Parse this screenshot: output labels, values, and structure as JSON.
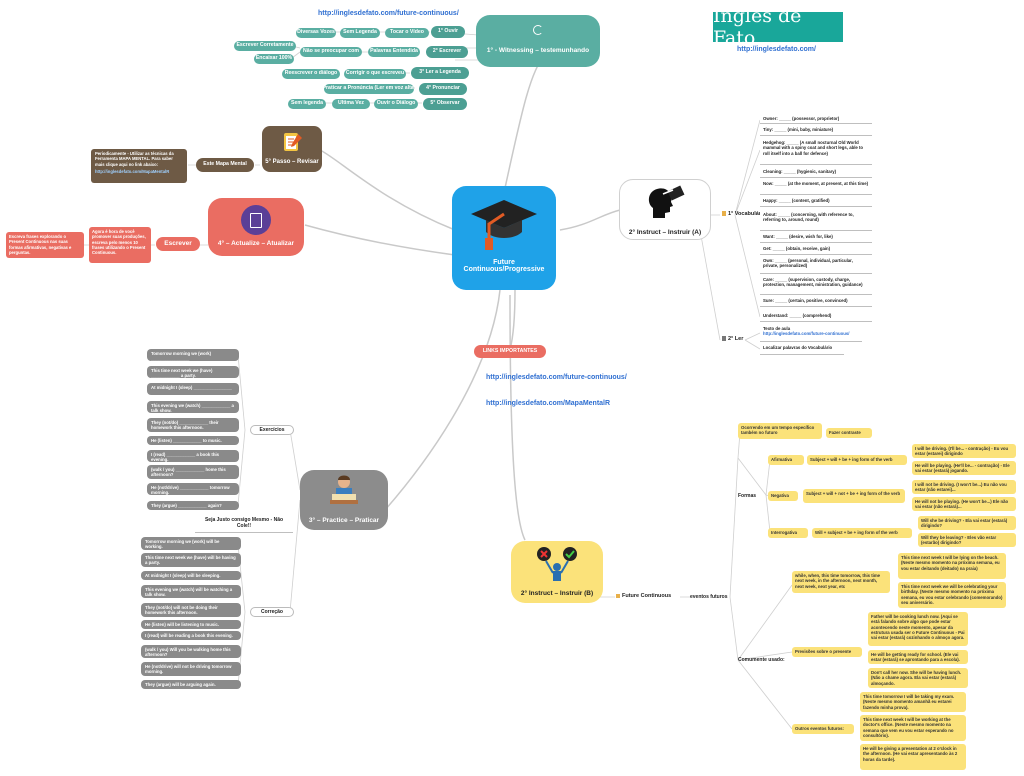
{
  "brand": {
    "title": "Ingles de Fato",
    "url": "http://inglesdefato.com/"
  },
  "central": {
    "title": "Future Continuous/Progressive"
  },
  "witnessing": {
    "title": "1° - Witnessing – testemunhando",
    "url": "http://inglesdefato.com/future-continuous/",
    "ouvir": {
      "label": "1° Ouvir",
      "items": [
        "Diversas Vozes",
        "Sem Legenda",
        "Tocar o Vídeo"
      ]
    },
    "escrever": {
      "label": "2° Escrever",
      "items": [
        "Escrever Corretamente",
        "Encaixar 100%",
        "Não se preocupar com",
        "Palavras Entendida"
      ]
    },
    "ler": {
      "label": "3° Ler a Legenda",
      "items": [
        "Reescrever o diálogo",
        "Corrigir o que escreveu"
      ]
    },
    "pronunciar": {
      "label": "4° Pronunciar",
      "items": [
        "Praticar a Pronúncia (Ler em voz alta)"
      ]
    },
    "observar": {
      "label": "5° Observar",
      "items": [
        "Sem legenda",
        "Ultima Vez",
        "Ouvir o Diálogo"
      ]
    }
  },
  "revisar": {
    "title": "5° Passo – Revisar",
    "mapa": "Este Mapa Mental",
    "note": "Periodicamente - Utilizar as técnicas da Ferramenta MAPA MENTAL. Para saber mais clique aqui no link abaixo:",
    "note_link": "http://inglesdefato.com/MapaMentalR"
  },
  "actualize": {
    "title": "4° – Actualize – Atualizar",
    "escrever": "Escrever",
    "note1": "Agora é hora de você promover suas produções, escreva pelo menos 10 frases utilizando o Present Continuous.",
    "note2": "Escreva frases explorando o Present Continuous nas suas formas afirmativas, negativas e perguntas."
  },
  "instruct_a": {
    "title": "2° Instruct – Instruir (A)",
    "vocab_label": "1° Vocabulário",
    "vocab": [
      "Owner: _____ (possessor, proprietor)",
      "Tiny: _____ (mini, baby, miniature)",
      "Hedgehog: _____ (A small nocturnal Old World mammal with a spiny coat and short legs, able to roll itself into a ball for defence)",
      "Cleaning: _____ (hygienic, sanitary)",
      "Now: _____ (at the moment, at present, at this time)",
      "Happy: _____ (content, gratified)",
      "About: _____ (concerning, with reference to, referring to, around, round)",
      "Want: _____ (desire, wish for, like)",
      "Get: _____ (obtain, receive, gain)",
      "Own: _____ (personal, individual, particular, private, personalized)",
      "Care: _____ (supervision, custody, charge, protection, management, ministration, guidance)",
      "Sure: _____ (certain, positive, convinced)",
      "Understand: _____ (comprehend)"
    ],
    "ler_label": "2° Ler",
    "texto_label": "Texto de aula",
    "texto_link": "http://inglesdefato.com/future-continuous/",
    "localizar": "Localizar palavras do Vocabulário"
  },
  "links": {
    "label": "LINKS IMPORTANTES",
    "link1": "http://inglesdefato.com/future-continuous/",
    "link2": "http://inglesdefato.com/MapaMentalR"
  },
  "practice": {
    "title": "3° – Practice – Praticar",
    "exercicios": "Exercícios",
    "correcao": "Correção",
    "seja_justo": "Seja Justo consigo Mesmo - Não Cole!!",
    "exercises": [
      "Tomorrow morning we (work) ________________",
      "This time next week we (have) ____________ a party.",
      "At midnight I (sleep) ________________",
      "This evening we (watch) ____________ a talk show.",
      "They (not/do) ____________ their homework this afternoon.",
      "He (listen) ____________ to music.",
      "I (read) ____________ a book this evening.",
      "(walk / you) ____________ home this afternoon?",
      "He (not/drive) ____________ tomorrow morning.",
      "They (argue) ____________ again?"
    ],
    "answers": [
      "Tomorrow morning we (work) will be working.",
      "This time next week we (have) will be having a party.",
      "At midnight I (sleep) will be sleeping.",
      "This evening we (watch) will be watching a talk show.",
      "They (not/do) will not be doing their homework this afternoon.",
      "He (listen) will be listening to music.",
      "I (read) will be reading a book this evening.",
      "(walk / you) Will you be walking home this afternoon?",
      "He (not/drive) will not be driving tomorrow morning.",
      "They (argue) will be arguing again."
    ]
  },
  "instruct_b": {
    "title": "2° Instruct – Instruir (B)",
    "fc_label": "Future Continuous",
    "eventos": "eventos futuros",
    "ocorrendo": "Ocorrendo em um tempo específico também no futuro",
    "fazer_contraste": "Fazer contraste",
    "formas": "Formas",
    "afirmativa": "Afirmativa",
    "afirm_formula": "Subject + will + be + ing form of the verb",
    "afirm_ex": [
      "I will be driving. (I'll be... - contração) - Eu vou estar (estarei) dirigindo",
      "He will be playing. (He'll be... - contração) - Ele vai estar (estará) jogando."
    ],
    "negativa": "Negativa",
    "neg_formula": "Subject + will + not + be + ing form of the verb",
    "neg_ex": [
      "I will not be driving. (I won't be...) Eu não vou estar (não estarei)...",
      "He will not be playing. (He won't be...) Ele não vai estar (não estará)..."
    ],
    "interrogativa": "Interrogativa",
    "int_formula": "Will + subject + be + ing form of the verb",
    "int_ex": [
      "Will she be driving? - Ela vai estar (estará) dirigindo?",
      "Will they be leaving? - Eles vão estar (estarão) dirigindo?"
    ],
    "comumente": "Comumente usado:",
    "while_label": "while, when, this time tomorrow, this time next week, in the afternoon, next month, next week, next year, etc",
    "while_ex": [
      "This time next week I will be lying on the beach. (Neste mesmo momento na próxima semana, eu vou estar deitando (deitado) na praia)",
      "This time next week we will be celebrating your birthday. (Neste mesmo momento na próxima semana, eu vou estar celebrando (comemorando) seu aniversário."
    ],
    "previsoes": "Previsões sobre o presente",
    "prev_ex": [
      "Father will be cooking lunch now. (Aqui se está falando sobre algo que pode estar acontecendo neste momento, apesar da estrutura usada ser o Future Continuous - Pai vai estar (estará) cozinhando o almoço agora.",
      "He will be getting ready for school. (Ele vai estar (estará) se aprontando para a escola).",
      "Don't call her now. She will be having lunch. (Não a chame agora. Ela vai estar (estará) almoçando."
    ],
    "outros": "Outros eventos futuros:",
    "outros_ex": [
      "This time tomorrow I will be taking my exam. (Neste mesmo momento amanhã eu estarei fazendo minha prova).",
      "This time next week I will be working at the doctor's office. (Neste mesmo momento na semana que vem eu vou estar esperando no consultório).",
      "He will be giving a presentation at 2 o'clock in the afternoon. (He vai estar apresentando às 2 horas da tarde)."
    ]
  }
}
